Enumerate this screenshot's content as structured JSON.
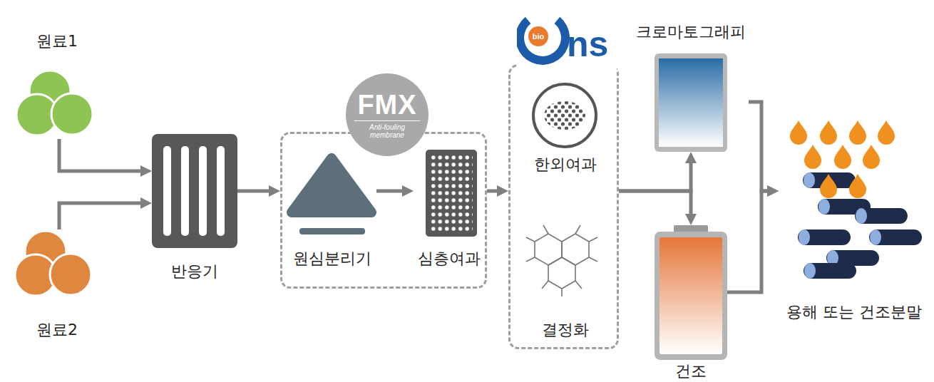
{
  "diagram": {
    "nodes": [
      {
        "text": [
          "원료1"
        ]
      },
      {
        "text": [
          "원료2"
        ]
      },
      {
        "text": [
          "반응기"
        ]
      },
      {
        "text": [
          "FMX",
          "Anti-fouling membrane"
        ]
      },
      {
        "text": [
          "원심분리기"
        ],
        "in": 3
      },
      {
        "text": [
          "심층여과"
        ],
        "in": 3
      },
      {
        "text": [
          "bio",
          "ns"
        ]
      },
      {
        "text": [
          "한외여과"
        ],
        "in": 6
      },
      {
        "text": [
          "결정화"
        ],
        "in": 6
      },
      {
        "text": [
          "크로마토그래피"
        ]
      },
      {
        "text": [
          "건조"
        ]
      },
      {
        "text": [
          "용해 또는 건조분말"
        ]
      }
    ],
    "edges": [
      {
        "from": 0,
        "to": 2,
        "arrow": "to"
      },
      {
        "from": 1,
        "to": 2,
        "arrow": "to"
      },
      {
        "from": 2,
        "to": 3,
        "arrow": "to"
      },
      {
        "from": 4,
        "to": 5,
        "arrow": "to"
      },
      {
        "from": 3,
        "to": 6,
        "arrow": "to"
      },
      {
        "from": 6,
        "to": 9,
        "arrow": "to"
      },
      {
        "from": 6,
        "to": 10,
        "arrow": "to"
      },
      {
        "from": 9,
        "to": 11,
        "arrow": "to"
      },
      {
        "from": 10,
        "to": 11,
        "arrow": "to"
      }
    ]
  }
}
